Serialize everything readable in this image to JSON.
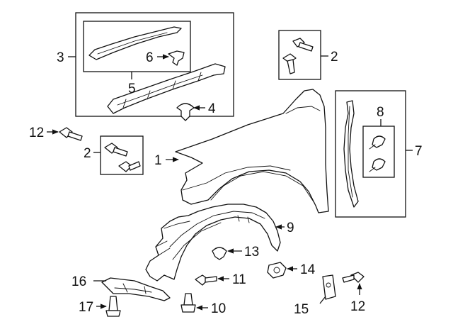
{
  "diagram": {
    "callouts": {
      "c1": "1",
      "c2a": "2",
      "c2b": "2",
      "c3": "3",
      "c4": "4",
      "c5": "5",
      "c6": "6",
      "c7": "7",
      "c8": "8",
      "c9": "9",
      "c10": "10",
      "c11": "11",
      "c12a": "12",
      "c12b": "12",
      "c13": "13",
      "c14": "14",
      "c15": "15",
      "c16": "16",
      "c17": "17"
    },
    "colors": {
      "line": "#111111",
      "background": "#ffffff"
    }
  }
}
